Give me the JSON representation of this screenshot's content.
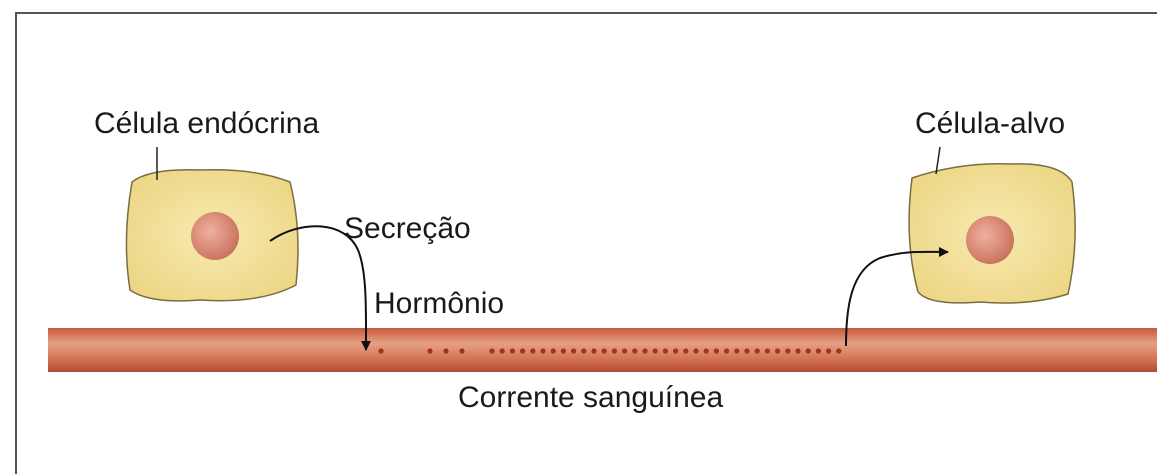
{
  "labels": {
    "endocrine_cell": "Célula endócrina",
    "target_cell": "Célula-alvo",
    "secretion": "Secreção",
    "hormone": "Hormônio",
    "bloodstream": "Corrente sanguínea"
  },
  "colors": {
    "cell_fill": "#f0dc8c",
    "cell_stroke": "#7a6d40",
    "nucleus": "#d98a72",
    "vessel": "#d7785a",
    "hormone_dot": "#a6321c",
    "frame": "#555555",
    "arrow": "#111111"
  }
}
